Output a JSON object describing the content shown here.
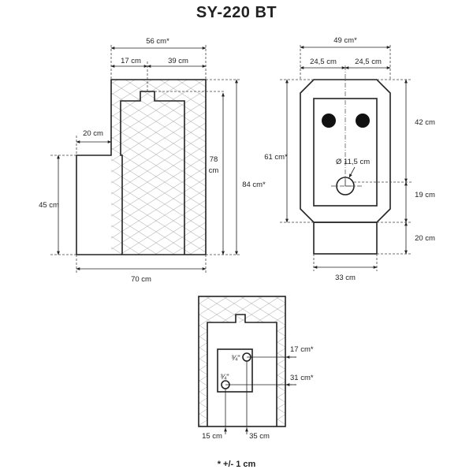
{
  "title": "SY-220 BT",
  "footnote": "* +/- 1 cm",
  "side_view": {
    "width_top": "56 cm*",
    "seg_left": "17 cm",
    "seg_right": "39 cm",
    "step": "20 cm",
    "height_inner": "78",
    "height_inner_unit": "cm",
    "height_total": "84 cm*",
    "height_low": "45 cm",
    "width_bottom": "70 cm"
  },
  "front_view": {
    "width_top": "49 cm*",
    "half_left": "24,5 cm",
    "half_right": "24,5 cm",
    "height_total": "61 cm*",
    "top_section": "42 cm",
    "pipe": "Ø 11,5 cm",
    "mid_section": "19 cm",
    "base_height": "20 cm",
    "base_width": "33 cm"
  },
  "back_view": {
    "upper_label": "17 cm*",
    "lower_label": "31 cm*",
    "fit_upper": "¾\"",
    "fit_lower": "¾\"",
    "left_dim": "15 cm",
    "right_dim": "35 cm"
  }
}
